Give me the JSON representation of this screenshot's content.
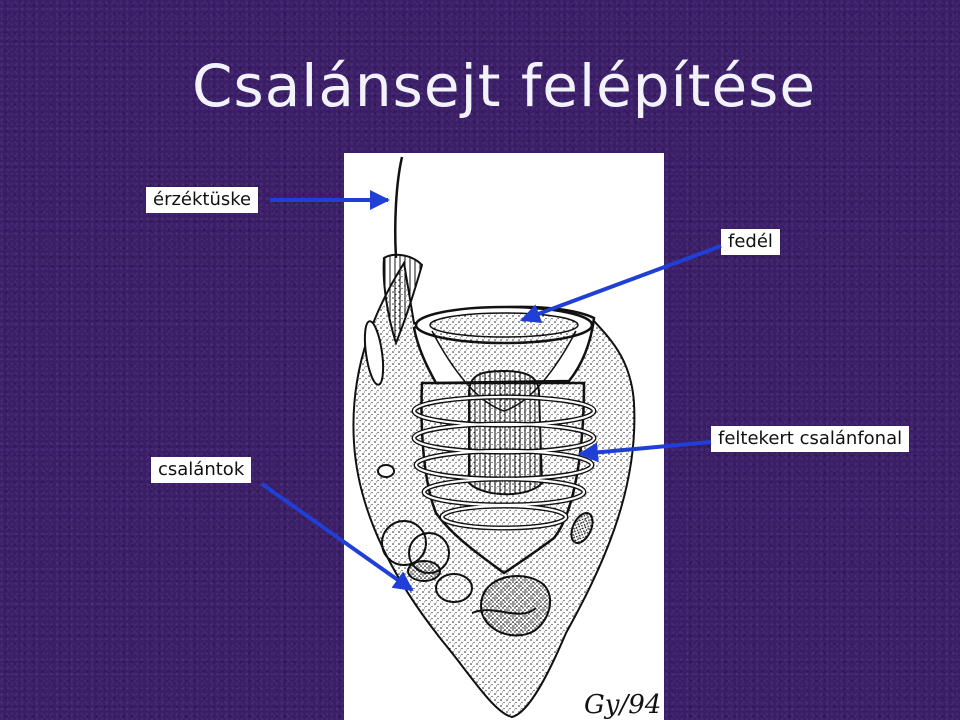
{
  "title": "Csalánsejt felépítése",
  "labels": {
    "erzektuske": "érzéktüske",
    "fedel": "fedél",
    "feltekert": "feltekert csalánfonal",
    "csalantok": "csalántok"
  },
  "signature": "Gy/94",
  "colors": {
    "background": "#3b1f66",
    "arrow": "#1f3fd6",
    "title": "#f2f2fa"
  }
}
